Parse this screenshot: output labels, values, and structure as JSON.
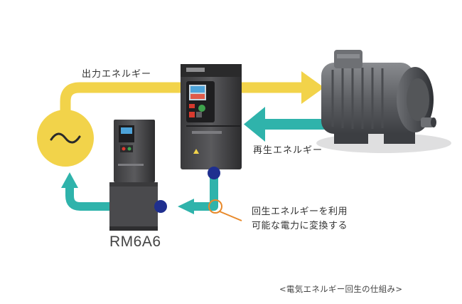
{
  "labels": {
    "output_energy": "出力エネルギー",
    "regen_energy": "再生エネルギー",
    "convert_line1": "回生エネルギーを利用",
    "convert_line2": "可能な電力に変換する",
    "model": "RM6A6",
    "caption": "<電気エネルギー回生の仕組み>"
  },
  "colors": {
    "output_flow": "#f2d34a",
    "regen_flow": "#2fb3ab",
    "junction": "#1f2f8f",
    "callout": "#e8892a",
    "power_source": "#f2d34a",
    "text": "#333333"
  },
  "icons": {
    "power_source": "ac-source-icon",
    "motor": "motor-icon",
    "inverter": "inverter-icon",
    "regen_unit": "regen-unit-icon"
  }
}
